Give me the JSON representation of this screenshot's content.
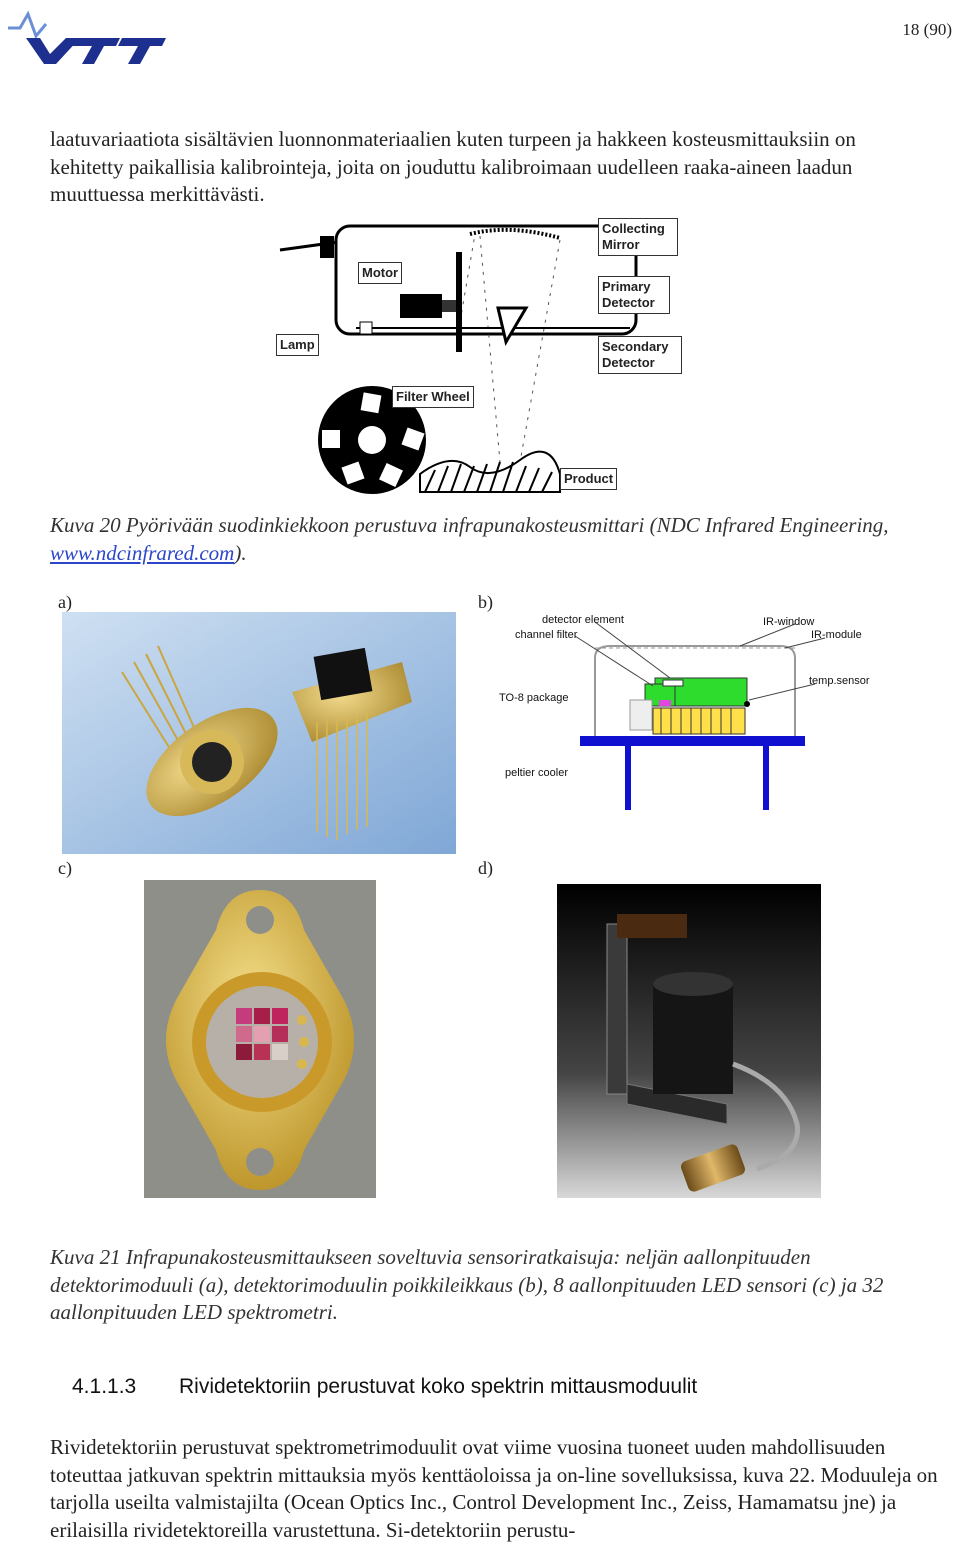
{
  "header": {
    "logo_text": "VTT",
    "page_number": "18 (90)"
  },
  "intro_paragraph": "laatuvariaatiota sisältävien luonnonmateriaalien kuten turpeen ja hakkeen kosteusmittauksiin on kehitetty paikallisia kalibrointeja, joita on jouduttu kalibroimaan uudelleen raaka-aineen laadun muuttuessa merkittävästi.",
  "figure20": {
    "labels": {
      "collecting_mirror": "Collecting Mirror",
      "motor": "Motor",
      "primary_detector": "Primary Detector",
      "lamp": "Lamp",
      "secondary_detector": "Secondary Detector",
      "filter_wheel": "Filter Wheel",
      "product": "Product"
    },
    "caption_prefix": "Kuva 20  Pyörivään suodinkiekkoon perustuva infrapunakosteusmittari (NDC Infrared Engineering, ",
    "caption_link": "www.ndcinfrared.com",
    "caption_suffix": ")."
  },
  "figure21": {
    "panel_a": "a)",
    "panel_b": "b)",
    "panel_c": "c)",
    "panel_d": "d)",
    "diagram_labels": {
      "detector_element": "detector element",
      "channel_filter": "channel filter",
      "ir_window": "IR-window",
      "ir_module": "IR-module",
      "temp_sensor": "temp.sensor",
      "to8_package": "TO-8 package",
      "peltier_cooler": "peltier cooler"
    },
    "caption": "Kuva 21 Infrapunakosteusmittaukseen soveltuvia sensoriratkaisuja: neljän aallonpituuden detektorimoduuli (a), detektorimoduulin poikkileikkaus (b), 8 aallonpituuden LED sensori (c) ja 32 aallonpituuden LED spektrometri."
  },
  "section": {
    "number": "4.1.1.3",
    "title": "Rividetektoriin perustuvat koko spektrin mittausmoduulit"
  },
  "body_paragraph": "Rividetektoriin perustuvat spektrometrimoduulit ovat viime vuosina tuoneet uuden mahdollisuuden toteuttaa jatkuvan spektrin mittauksia myös kenttäoloissa ja on-line sovelluksissa, kuva 22. Moduuleja on tarjolla useilta valmistajilta (Ocean Optics Inc., Control Development Inc., Zeiss, Hamamatsu jne) ja erilaisilla rividetektoreilla varustettuna. Si-detektoriin perustu-",
  "colors": {
    "logo_blue": "#1d2f8f",
    "link_blue": "#2b46c9",
    "diagram_green": "#2ddc2d",
    "diagram_blue": "#1010d0",
    "gold": "#c9a640"
  }
}
